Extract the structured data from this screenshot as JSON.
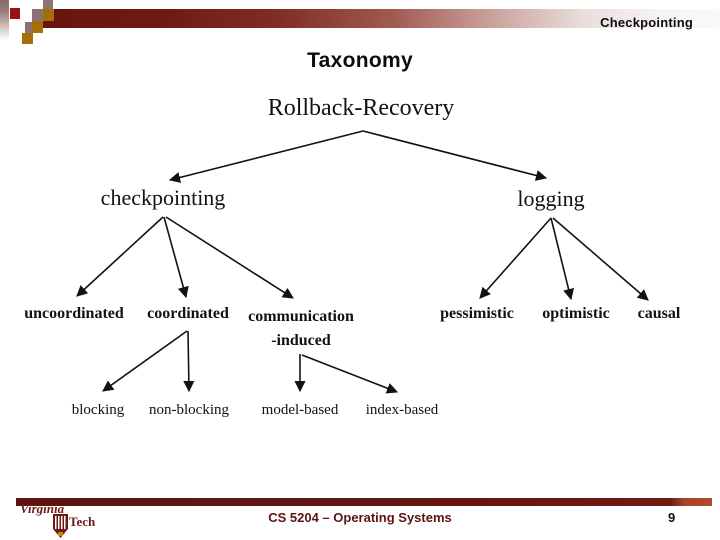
{
  "header": {
    "label": "Checkpointing"
  },
  "title": "Taxonomy",
  "tree": {
    "root": "Rollback-Recovery",
    "checkpointing": "checkpointing",
    "logging": "logging",
    "uncoordinated": "uncoordinated",
    "coordinated": "coordinated",
    "communication_line1": "communication",
    "communication_line2": "-induced",
    "pessimistic": "pessimistic",
    "optimistic": "optimistic",
    "causal": "causal",
    "blocking": "blocking",
    "non_blocking": "non-blocking",
    "model_based": "model-based",
    "index_based": "index-based"
  },
  "footer": {
    "course": "CS 5204 – Operating Systems",
    "page_number": "9",
    "logo_line1": "Virginia",
    "logo_line2": "Tech"
  },
  "colors": {
    "maroon": "#6d1a14",
    "bar_gradient_start": "#671411",
    "dark_red_square": "#a00f0f",
    "gray_square": "#8d7272",
    "gold_square": "#a56f08",
    "text": "#121212"
  }
}
